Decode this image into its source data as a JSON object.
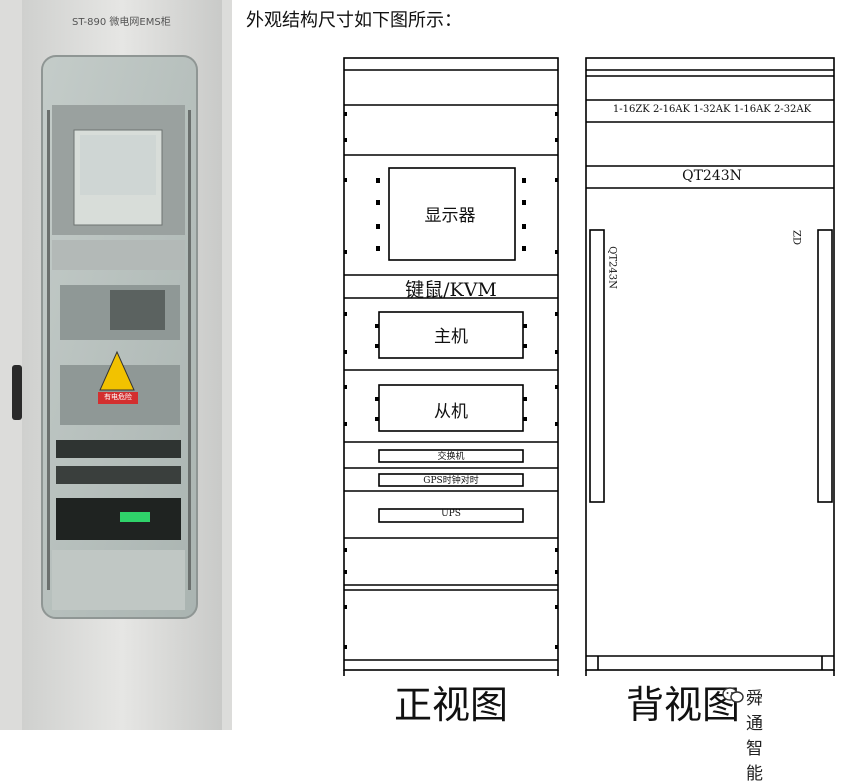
{
  "photo": {
    "cabinet_title": "ST-890 微电网EMS柜",
    "warning_label": "有电危险"
  },
  "heading": "外观结构尺寸如下图所示：",
  "front": {
    "display": "显示器",
    "kvm": "键鼠/KVM",
    "host": "主机",
    "slave": "从机",
    "switch": "交换机",
    "gps": "GPS时钟对时",
    "ups": "UPS",
    "caption": "正视图"
  },
  "back": {
    "breakers": "1-16ZK  2-16AK  1-32AK  1-16AK  2-32AK",
    "qt_top": "QT243N",
    "qt_side": "QT243N",
    "zd": "ZD",
    "caption": "背视图"
  },
  "watermark": "舜通智能"
}
